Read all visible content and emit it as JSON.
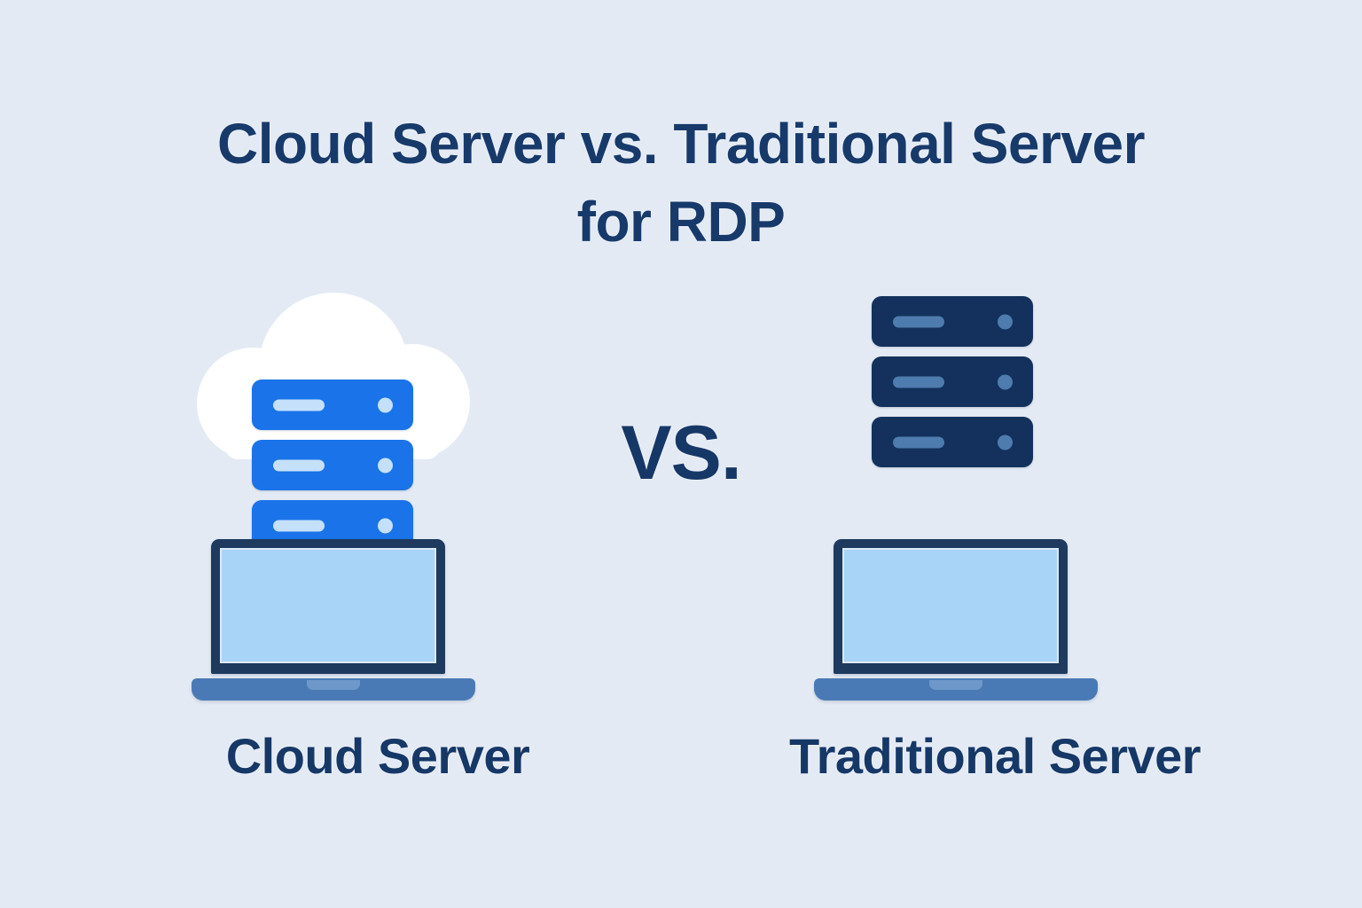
{
  "background_color": "#e3eaf4",
  "title": {
    "line1": "Cloud Server vs. Traditional Server",
    "line2": "for RDP",
    "color": "#173a6b"
  },
  "center": {
    "vs_label": "VS.",
    "color": "#163867"
  },
  "columns": [
    {
      "id": "cloud",
      "label": "Cloud Server",
      "icons": [
        "cloud-icon",
        "server-rack-icon",
        "laptop-icon"
      ],
      "rack_color": "#1a73e8",
      "rack_accent_color": "#c5e0fb",
      "cloud_color": "#ffffff",
      "rack_count": 3
    },
    {
      "id": "traditional",
      "label": "Traditional Server",
      "icons": [
        "server-rack-icon",
        "laptop-icon"
      ],
      "rack_color": "#13315c",
      "rack_accent_color": "#4e7cae",
      "rack_count": 3
    }
  ],
  "laptop": {
    "bezel_color": "#1e3a5f",
    "screen_color": "#a8d4f7",
    "base_color": "#4a7ab5",
    "notch_color": "#6d98c9"
  }
}
